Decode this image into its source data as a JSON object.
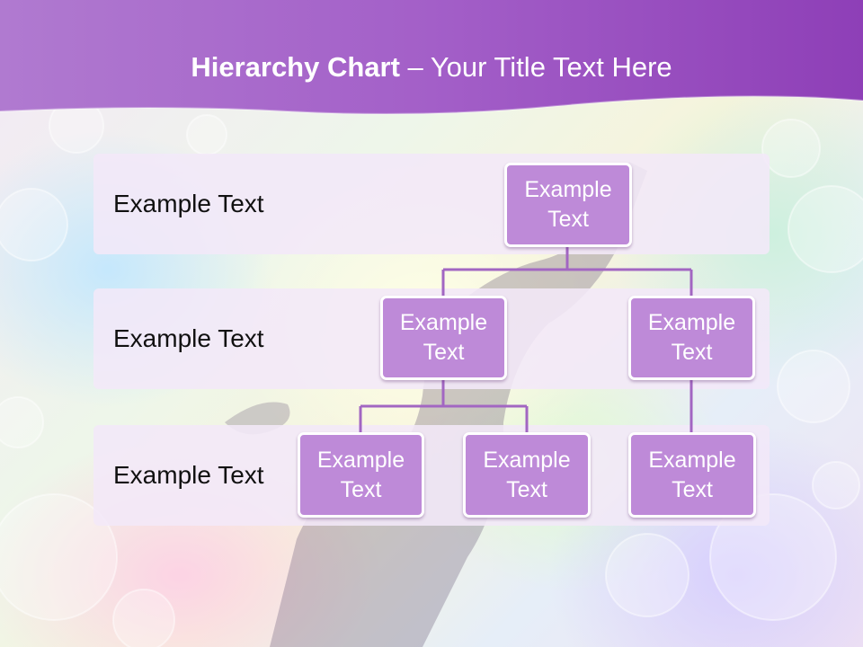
{
  "slide": {
    "title_bold": "Hierarchy Chart",
    "title_rest": " – Your Title Text Here",
    "colors": {
      "header_purple": "#8e3fb7",
      "node_fill": "#be8ad8",
      "connector": "#a266c2",
      "band_fill": "#f2e8f8"
    }
  },
  "levels": [
    {
      "label": "Example Text"
    },
    {
      "label": "Example Text"
    },
    {
      "label": "Example Text"
    }
  ],
  "nodes": {
    "root": "Example Text",
    "mid_left": "Example Text",
    "mid_right": "Example Text",
    "leaf_1": "Example Text",
    "leaf_2": "Example Text",
    "leaf_3": "Example Text"
  }
}
